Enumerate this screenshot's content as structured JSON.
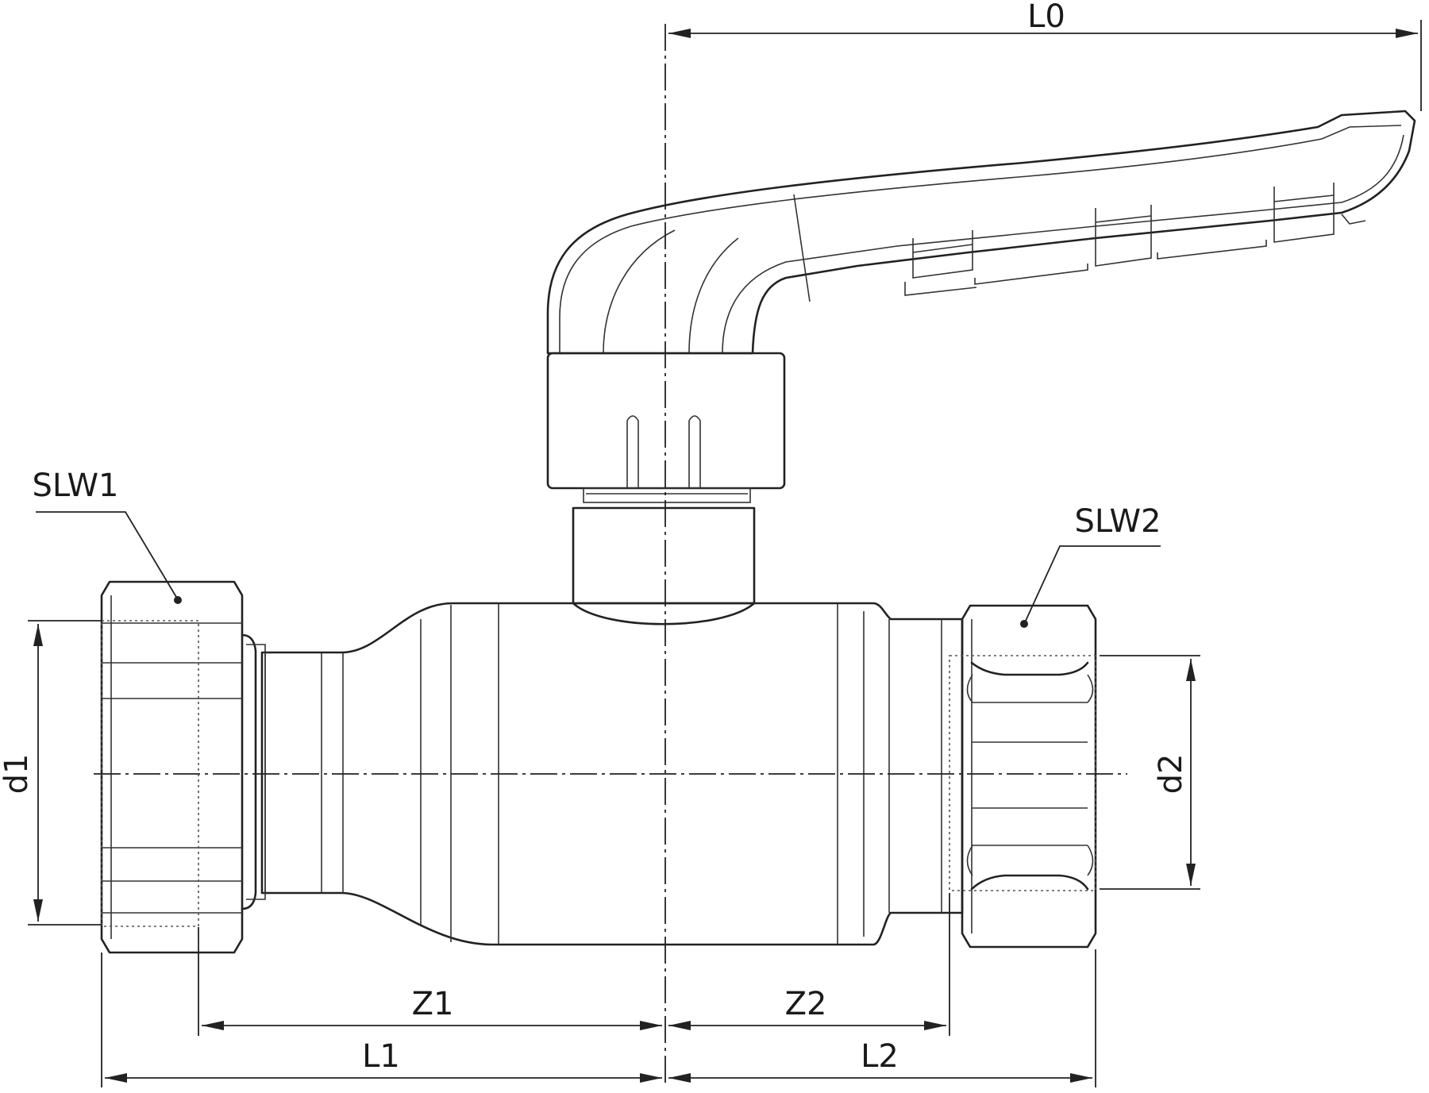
{
  "labels": {
    "L0": "L0",
    "L1": "L1",
    "L2": "L2",
    "Z1": "Z1",
    "Z2": "Z2",
    "d1": "d1",
    "d2": "d2",
    "SLW1": "SLW1",
    "SLW2": "SLW2"
  },
  "colors": {
    "line": "#222222",
    "background": "#ffffff"
  }
}
